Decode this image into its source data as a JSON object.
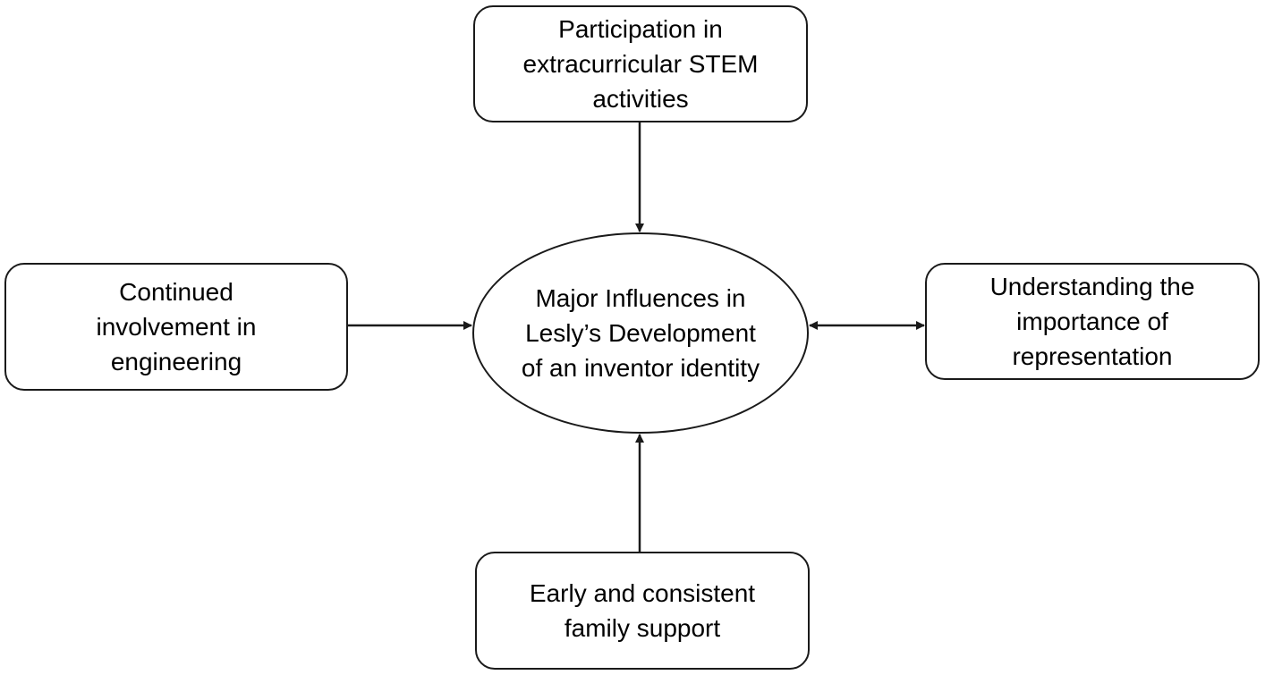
{
  "diagram": {
    "center": {
      "lines": [
        "Major Influences in",
        "Lesly’s Development",
        "of an inventor identity"
      ]
    },
    "nodes": {
      "top": {
        "lines": [
          "Participation",
          "in",
          "extracurricular STEM",
          "activities"
        ],
        "display_lines": [
          "Participation in",
          "extracurricular STEM",
          "activities"
        ]
      },
      "left": {
        "lines": [
          "Continued",
          "involvement in",
          "engineering"
        ]
      },
      "right": {
        "lines": [
          "Understanding the",
          "importance of",
          "representation"
        ]
      },
      "bottom": {
        "lines": [
          "Early and consistent",
          "family support"
        ]
      }
    },
    "edges": [
      {
        "from": "top",
        "to": "center",
        "direction": "forward"
      },
      {
        "from": "left",
        "to": "center",
        "direction": "forward"
      },
      {
        "from": "bottom",
        "to": "center",
        "direction": "forward"
      },
      {
        "from": "center",
        "to": "right",
        "direction": "both"
      }
    ],
    "colors": {
      "stroke": "#1a1a1a",
      "fill": "#ffffff",
      "text": "#000000"
    }
  }
}
